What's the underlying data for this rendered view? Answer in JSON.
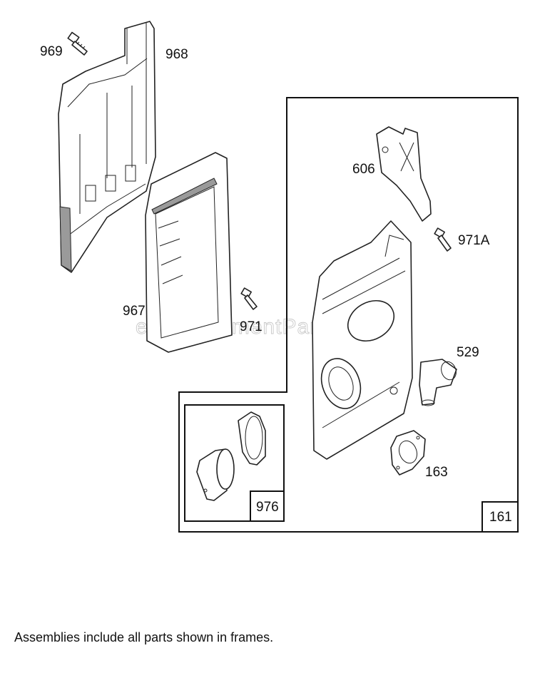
{
  "callouts": {
    "c969": "969",
    "c968": "968",
    "c967": "967",
    "c971": "971",
    "c606": "606",
    "c971a": "971A",
    "c529": "529",
    "c163": "163"
  },
  "frames": {
    "frame_976": "976",
    "frame_161": "161"
  },
  "watermark": "eReplacementParts.com",
  "footer_note": "Assemblies include all parts shown in frames."
}
